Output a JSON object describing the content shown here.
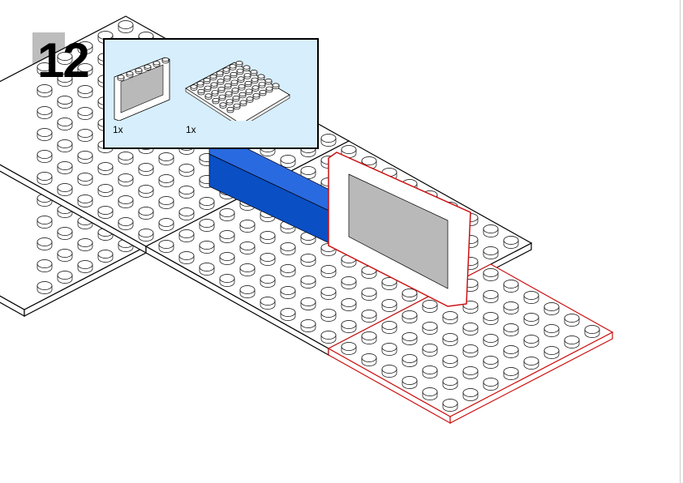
{
  "step": {
    "number": "12"
  },
  "parts_list": {
    "items": [
      {
        "name": "window-1x6x3",
        "quantity": "1x"
      },
      {
        "name": "plate-6x8",
        "quantity": "1x"
      }
    ]
  },
  "colors": {
    "highlight": "#cc1111",
    "brick_blue": "#0a4fc4",
    "panel_bg": "#d7eefc",
    "glass": "#b9b9b9"
  }
}
